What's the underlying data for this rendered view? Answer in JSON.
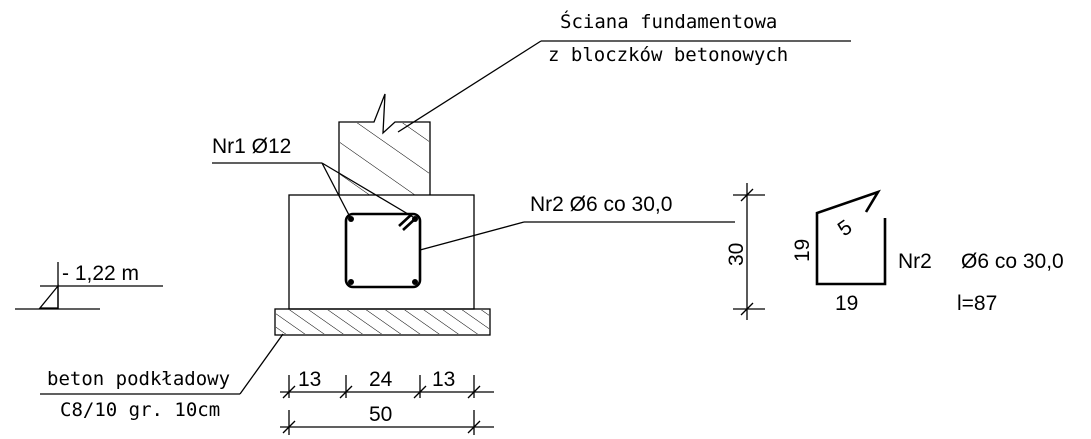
{
  "labels": {
    "wall_line1": "Ściana fundamentowa",
    "wall_line2": "z bloczków betonowych",
    "bar1": "Nr1 Ø12",
    "bar2": "Nr2 Ø6 co 30,0",
    "level": "- 1,22 m",
    "base_line1": "beton podkładowy",
    "base_line2": "C8/10 gr. 10cm"
  },
  "dimensions": {
    "bottom_parts": [
      "13",
      "24",
      "13"
    ],
    "bottom_total": "50",
    "height": "30"
  },
  "stirrup": {
    "side_left": "19",
    "side_bottom": "19",
    "hook": "5",
    "bar_label": "Nr2",
    "bar_spec": "Ø6 co 30,0",
    "length": "l=87"
  }
}
